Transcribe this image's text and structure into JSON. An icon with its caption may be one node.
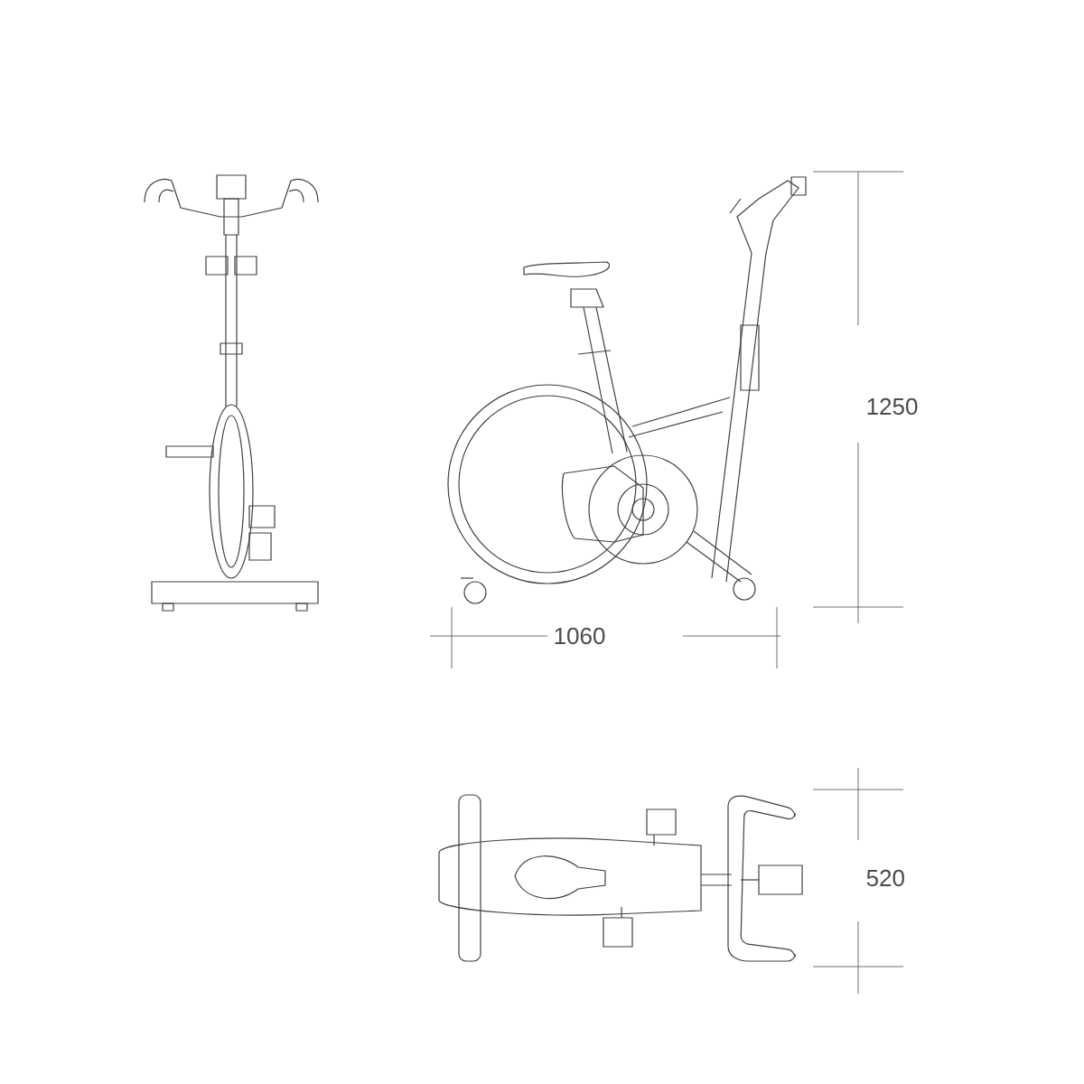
{
  "diagram": {
    "labels": [
      "1250",
      "1060",
      "520"
    ]
  }
}
